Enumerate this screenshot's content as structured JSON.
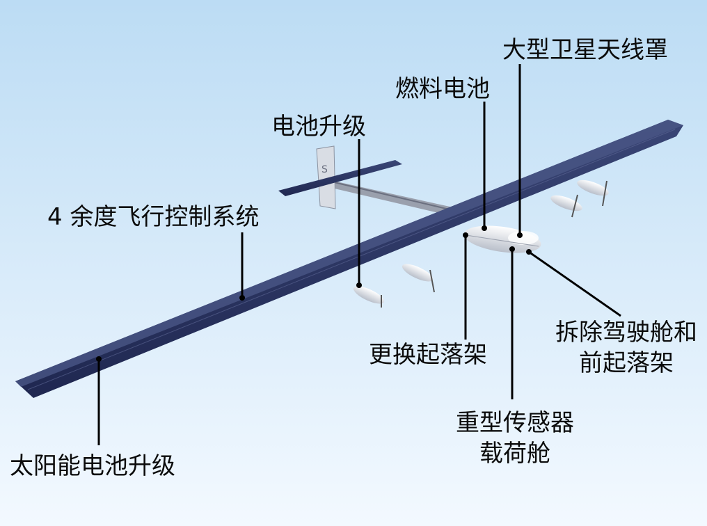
{
  "callouts": {
    "satellite_antenna_radome": "大型卫星天线罩",
    "fuel_cell": "燃料电池",
    "battery_upgrade": "电池升级",
    "flight_control": "4 余度飞行控制系统",
    "remove_cockpit_line1": "拆除驾驶舱和",
    "remove_cockpit_line2": "前起落架",
    "replace_landing_gear": "更换起落架",
    "heavy_sensor_line1": "重型传感器",
    "heavy_sensor_line2": "载荷舱",
    "solar_cell_upgrade": "太阳能电池升级"
  },
  "colors": {
    "sky_top": "#bcdcf4",
    "sky_bottom": "#f3f9ff",
    "solar_panel": "#2b3565",
    "leader_line": "#000000",
    "label_text": "#0b0b0b"
  }
}
